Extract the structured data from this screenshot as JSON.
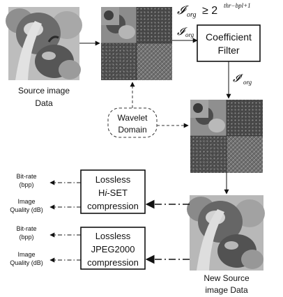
{
  "formula": {
    "top_lhs": "𝓘",
    "top_lhs_sub": "org",
    "top_rel": "≥ 2",
    "top_exp": "thr−bpl+1",
    "iorg": "𝓘",
    "iorg_sub": "org",
    "iorg_prime": "𝓘′",
    "iorg_prime_sub": "org"
  },
  "labels": {
    "source_line1": "Source image",
    "source_line2": "Data",
    "wavelet_line1": "Wavelet",
    "wavelet_line2": "Domain",
    "filter_line1": "Coefficient",
    "filter_line2": "Filter",
    "new_line1": "New Source",
    "new_line2": "image Data"
  },
  "boxes": {
    "hiset": {
      "line1": "Lossless",
      "line2_a": "H",
      "line2_b": "i",
      "line2_c": "-SET",
      "line3": "compression"
    },
    "jpeg": {
      "line1": "Lossless",
      "line2": "JPEG2000",
      "line3": "compression"
    }
  },
  "metrics": {
    "bitrate_line1": "Bit-rate",
    "bitrate_line2": "(bpp)",
    "quality_line1": "Image",
    "quality_line2": "Quality (dB)"
  },
  "colors": {
    "stroke": "#111111",
    "dashed": "#555555",
    "image_dark": "#2a2a2a",
    "image_mid": "#7d7d7d",
    "image_light": "#c9c9c9"
  }
}
